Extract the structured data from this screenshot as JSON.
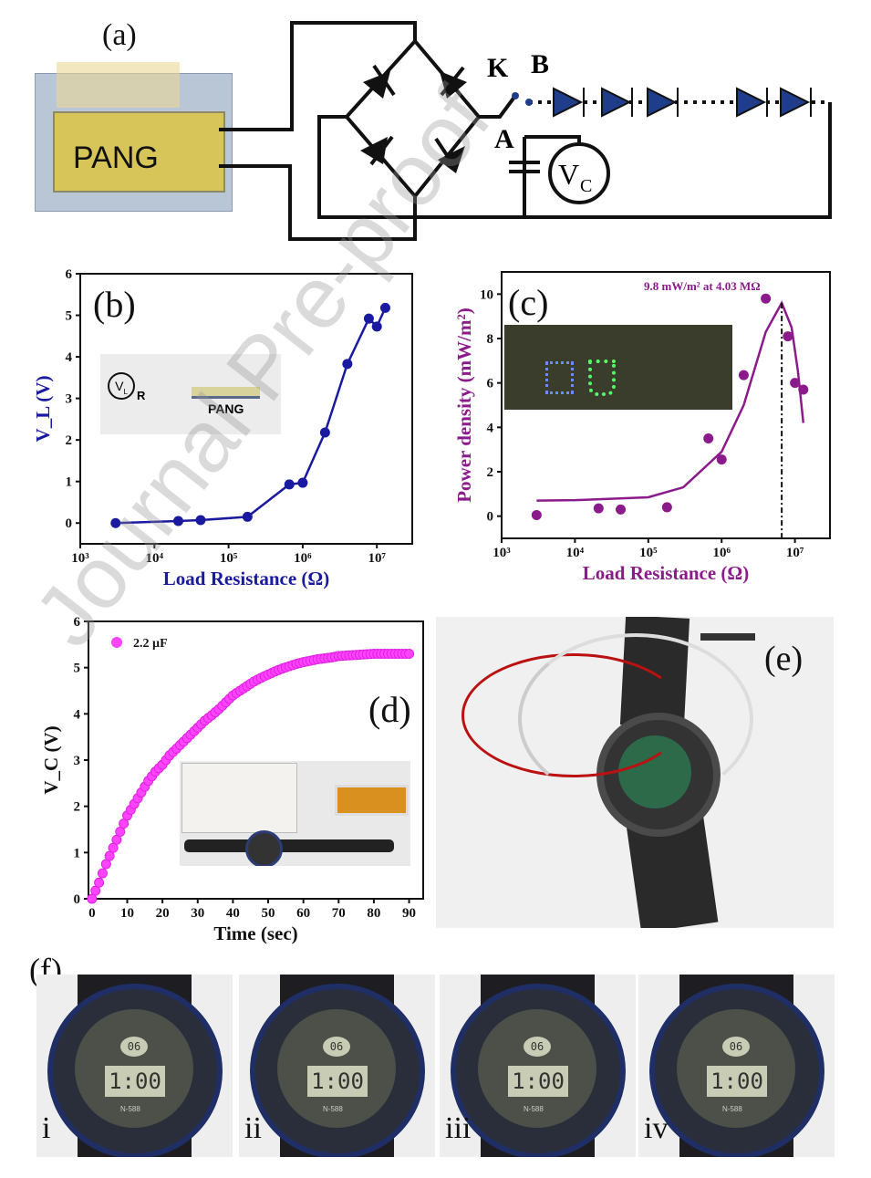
{
  "panels": {
    "a": {
      "label": "(a)",
      "device": "PANG",
      "node_k": "K",
      "node_b": "B",
      "node_a": "A",
      "meter": "V",
      "meter_sub": "C"
    },
    "b": {
      "label": "(b)",
      "inset_meter": "V",
      "inset_meter_sub": "L",
      "inset_resistor": "R",
      "inset_device": "PANG"
    },
    "c": {
      "label": "(c)",
      "annotation": "9.8 mW/m² at 4.03 MΩ"
    },
    "d": {
      "label": "(d)"
    },
    "e": {
      "label": "(e)"
    },
    "f": {
      "label": "(f)",
      "sublabels": [
        "i",
        "ii",
        "iii",
        "iv"
      ],
      "watch_time": "1:00",
      "watch_model": "N-588",
      "watch_small": "06"
    }
  },
  "watermark": "Journal Pre-proof",
  "colors": {
    "blue": "#1a1aa0",
    "purple": "#8b1a8b",
    "magenta": "#ff33ff"
  },
  "chart_data": [
    {
      "id": "b",
      "type": "line",
      "xscale": "log",
      "xlabel": "Load Resistance (Ω)",
      "ylabel": "V_L (V)",
      "xlim": [
        1000,
        30000000
      ],
      "ylim": [
        -0.5,
        6
      ],
      "xticks": [
        1000,
        10000,
        100000,
        1000000,
        10000000
      ],
      "xtick_labels": [
        "10³",
        "10⁴",
        "10⁵",
        "10⁶",
        "10⁷"
      ],
      "yticks": [
        0,
        1,
        2,
        3,
        4,
        5,
        6
      ],
      "series": [
        {
          "name": "V_L",
          "x": [
            3000,
            21000,
            42000,
            180000,
            660000,
            1000000,
            2000000,
            4000000,
            7800000,
            10000000,
            13000000
          ],
          "y": [
            0,
            0.05,
            0.07,
            0.15,
            0.93,
            0.97,
            2.18,
            3.83,
            4.92,
            4.73,
            5.18
          ]
        }
      ]
    },
    {
      "id": "c",
      "type": "scatter",
      "xscale": "log",
      "xlabel": "Load Resistance (Ω)",
      "ylabel": "Power density (mW/m²)",
      "xlim": [
        1000,
        30000000
      ],
      "ylim": [
        -1,
        11
      ],
      "xticks": [
        1000,
        10000,
        100000,
        1000000,
        10000000
      ],
      "xtick_labels": [
        "10³",
        "10⁴",
        "10⁵",
        "10⁶",
        "10⁷"
      ],
      "yticks": [
        0,
        2,
        4,
        6,
        8,
        10
      ],
      "series": [
        {
          "name": "measured",
          "x": [
            3000,
            21000,
            42000,
            180000,
            660000,
            1000000,
            2000000,
            4000000,
            8000000,
            10000000,
            13000000
          ],
          "y": [
            0.05,
            0.35,
            0.3,
            0.4,
            3.5,
            2.55,
            6.35,
            9.8,
            8.1,
            6.0,
            5.7
          ]
        },
        {
          "name": "fit",
          "x": [
            3000,
            10000,
            100000,
            300000,
            1000000,
            2000000,
            4000000,
            6600000,
            9000000,
            11000000,
            13000000
          ],
          "y": [
            0.7,
            0.72,
            0.85,
            1.3,
            2.9,
            5.0,
            8.3,
            9.6,
            8.5,
            6.5,
            4.2
          ]
        }
      ],
      "vline_x": 6600000
    },
    {
      "id": "d",
      "type": "scatter",
      "xlabel": "Time (sec)",
      "ylabel": "V_C (V)",
      "xlim": [
        -1,
        94
      ],
      "ylim": [
        0,
        6
      ],
      "xticks": [
        0,
        10,
        20,
        30,
        40,
        50,
        60,
        70,
        80,
        90
      ],
      "yticks": [
        0,
        1,
        2,
        3,
        4,
        5,
        6
      ],
      "legend": "2.2 µF",
      "legend_position": "top-left",
      "series": [
        {
          "name": "2.2 µF",
          "x": [
            0,
            2,
            4,
            6,
            8,
            10,
            12,
            14,
            16,
            18,
            20,
            22,
            24,
            26,
            28,
            30,
            32,
            34,
            36,
            38,
            40,
            42,
            44,
            46,
            48,
            50,
            52,
            54,
            56,
            58,
            60,
            62,
            64,
            66,
            68,
            70,
            72,
            74,
            76,
            78,
            80,
            82,
            84,
            86,
            88,
            90
          ],
          "y": [
            0,
            0.35,
            0.75,
            1.1,
            1.45,
            1.8,
            2.05,
            2.3,
            2.55,
            2.75,
            2.9,
            3.1,
            3.25,
            3.4,
            3.55,
            3.7,
            3.85,
            3.97,
            4.1,
            4.25,
            4.4,
            4.5,
            4.6,
            4.7,
            4.78,
            4.85,
            4.92,
            4.98,
            5.03,
            5.08,
            5.12,
            5.15,
            5.18,
            5.2,
            5.22,
            5.25,
            5.26,
            5.27,
            5.28,
            5.29,
            5.3,
            5.3,
            5.3,
            5.3,
            5.3,
            5.3
          ]
        }
      ]
    }
  ]
}
